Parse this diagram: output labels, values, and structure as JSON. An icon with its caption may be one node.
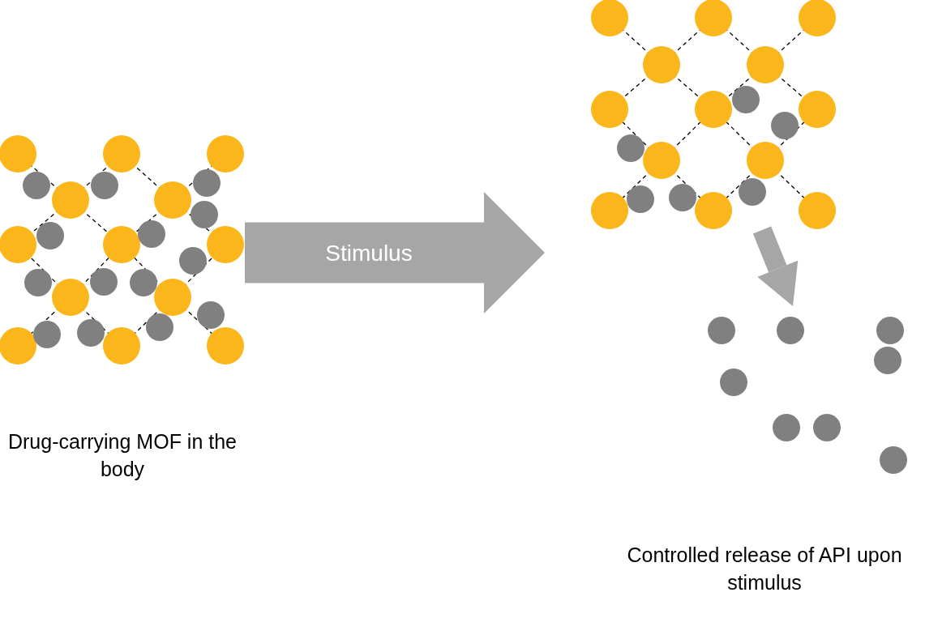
{
  "diagram": {
    "nodes": [
      {
        "text": [],
        "shape": "picture",
        "beside": [
          "Drug-carrying MOF in the body"
        ]
      },
      {
        "text": [],
        "shape": "picture"
      },
      {
        "text": [],
        "shape": "picture",
        "beside": [
          "Controlled release of API upon stimulus"
        ]
      }
    ],
    "edges": [
      {
        "from": 0,
        "to": 1,
        "arrow": "to",
        "label": "Stimulus",
        "style": "thick",
        "color": "#a6a6a6"
      },
      {
        "from": 1,
        "to": 2,
        "arrow": "to",
        "color": "#a6a6a6"
      }
    ]
  }
}
